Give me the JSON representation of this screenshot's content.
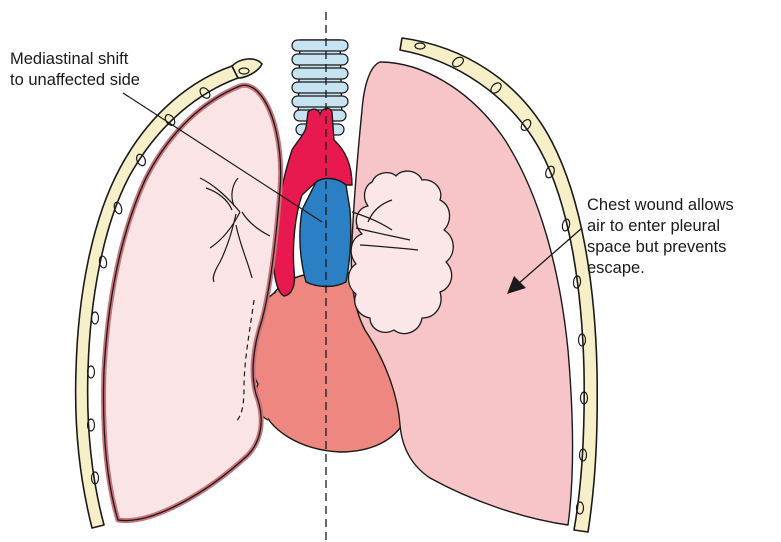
{
  "labels": {
    "mediastinal_shift": [
      "Mediastinal shift",
      "to unaffected side"
    ],
    "chest_wound": [
      "Chest wound allows",
      "air to enter pleural",
      "space but prevents",
      "escape."
    ]
  },
  "colors": {
    "lung_left_fill": "#fbe4e5",
    "lung_right_fill": "#f7c4c8",
    "lung_outline": "#c9737a",
    "pleura_fill": "#f7efc8",
    "pleura_outline": "#1a1a1a",
    "trachea_fill": "#c7e3f2",
    "vessel_red": "#e8194e",
    "vessel_blue": "#2a7fc5",
    "heart_fill": "#ee8780",
    "collapsed_tissue": "#fbe6e8"
  }
}
